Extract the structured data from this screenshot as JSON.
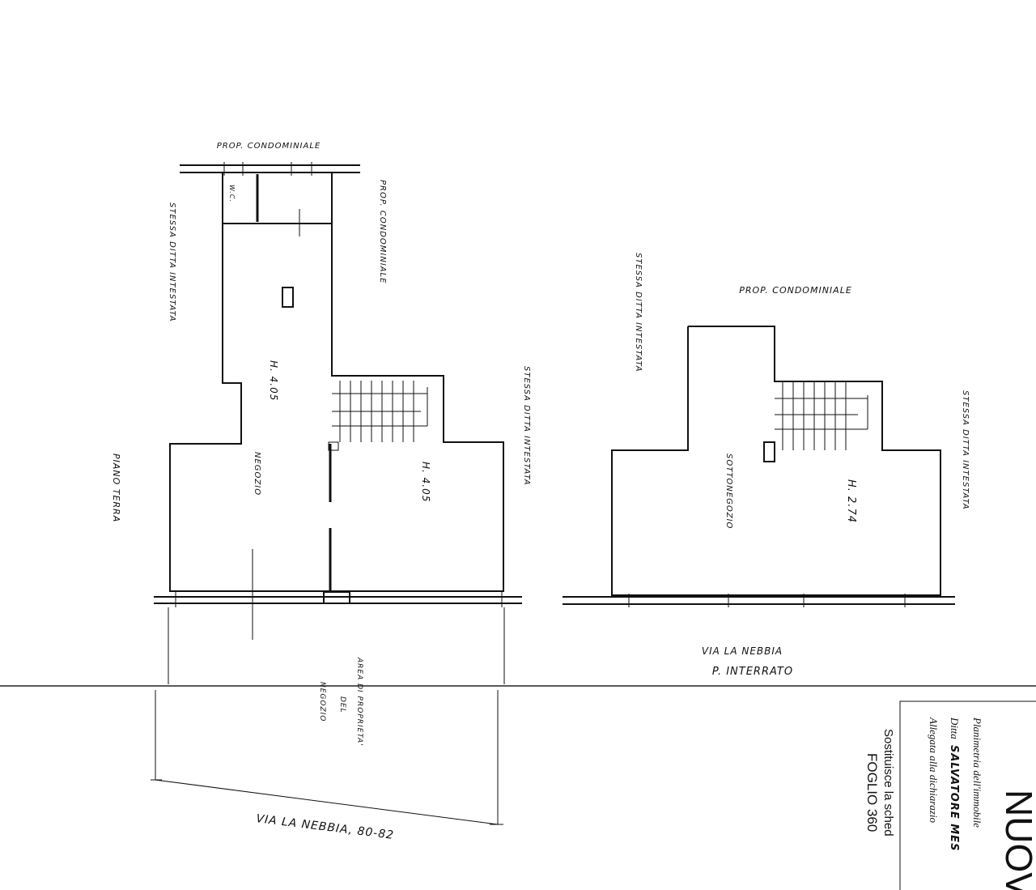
{
  "plan_ground": {
    "top_neighbor": "PROP. CONDOMINIALE",
    "left_neighbor": "STESSA DITTA INTESTATA",
    "right_neighbor_top": "PROP. CONDOMINIALE",
    "right_neighbor_bottom": "STESSA DITTA INTESTATA",
    "wc": "W.C.",
    "shop_label": "NEGOZIO",
    "height_main": "H. 4.05",
    "height_side": "H. 4.05",
    "floor_label": "PIANO  TERRA",
    "area_line1": "AREA DI PROPRIETA'",
    "area_line2": "DEL",
    "area_line3": "NEGOZIO",
    "street_label": "VIA  LA  NEBBIA, 80-82"
  },
  "plan_basement": {
    "top_neighbor": "PROP. CONDOMINIALE",
    "left_neighbor": "STESSA DITTA INTESTATA",
    "right_neighbor": "STESSA DITTA INTESTATA",
    "room_label": "SOTTONEGOZIO",
    "height": "H. 2.74",
    "street_label": "VIA LA NEBBIA",
    "floor_label": "P. INTERRATO"
  },
  "title_block": {
    "heading": "NUOV",
    "line1": "Planimetria dell'immobile",
    "line2_prefix": "Ditta",
    "line2_name": "SALVATORE MES",
    "line3": "Allegata alla dichiarazio",
    "line4": "Sostituisce la sched",
    "line5": "FOGLIO 360"
  }
}
